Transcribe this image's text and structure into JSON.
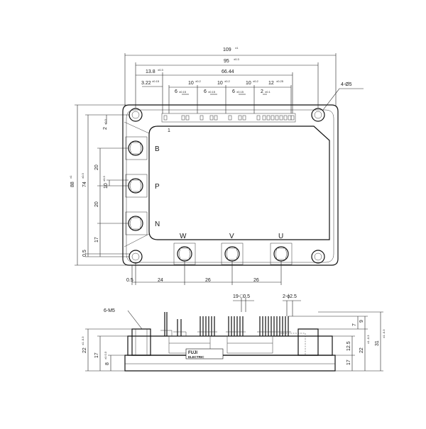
{
  "top_view": {
    "overall_width": "109",
    "overall_width_tol": "±1",
    "hole_pitch": "95",
    "hole_pitch_tol": "±0.3",
    "pin_span": "66.44",
    "pin_offset": "13.8",
    "pin_offset_tol": "±0.3",
    "pin_start": "3.22",
    "pin_start_tol": "±0.15",
    "group_pitch": [
      "10",
      "10",
      "10",
      "12"
    ],
    "group_pitch_tol": [
      "±0.2",
      "±0.2",
      "±0.2",
      "±0.25"
    ],
    "pin_pitch": [
      "6",
      "6",
      "6",
      "2"
    ],
    "pin_pitch_tol": [
      "±0.15",
      "±0.15",
      "±0.15",
      "±0.1"
    ],
    "mount_holes": "4-Ø5",
    "pin1_label": "1",
    "overall_height": "88",
    "overall_height_tol": "±1",
    "hole_vpitch": "74",
    "hole_vpitch_tol": "±0.3",
    "edge_offset": "2",
    "edge_offset_tol": "±0.3",
    "term_pitch_1": "20",
    "term_pitch_2": "20",
    "term_center": "10",
    "term_center_tol": "±0.3",
    "term_bottom": "17",
    "base_offset": "0.5",
    "bottom_offset": "0.5",
    "h_pitch": [
      "24",
      "26",
      "26"
    ],
    "terminals_left": [
      "B",
      "P",
      "N"
    ],
    "terminals_bottom": [
      "W",
      "V",
      "U"
    ]
  },
  "side_view": {
    "pin_count": "19-□0.5",
    "pin_dia": "2-ϕ2.5",
    "screw": "6-M5",
    "left_height": "22",
    "left_height_tol": "±1\n-0.3",
    "left_base": "17",
    "small_height": "8",
    "small_tol": "±1\n0.3",
    "right_7": "7",
    "right_9": "9",
    "right_125": "12.5",
    "right_17": "17",
    "right_22": "22",
    "right_22_tol": "±1\n-0.3",
    "right_31": "31",
    "right_31_tol": "±1\n-0.3",
    "logo_top": "FUJI",
    "logo_bottom": "ELECTRIC"
  }
}
